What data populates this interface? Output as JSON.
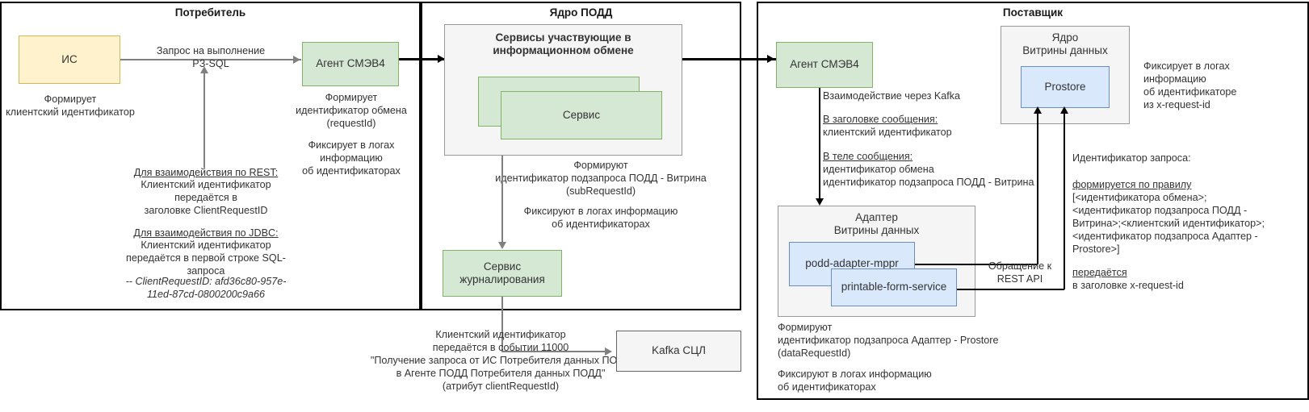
{
  "panels": [
    {
      "id": "consumer",
      "title": "Потребитель"
    },
    {
      "id": "core",
      "title": "Ядро ПОДД"
    },
    {
      "id": "supplier",
      "title": "Поставщик"
    }
  ],
  "consumer": {
    "is_node": "ИС",
    "is_caption": "Формирует\nклиентский идентификатор",
    "request_label": "Запрос на выполнение\nPЗ-SQL",
    "agent_node": "Агент СМЭВ4",
    "agent_caption": "Формирует\nидентификатор обмена\n(requestId)",
    "agent_caption2": "Фиксирует в логах\nинформацию\nоб идентификаторах",
    "rest_title": "Для взаимодействия по REST:",
    "rest_body": "Клиентский идентификатор\nпередаётся в\nзаголовке ClientRequestID",
    "jdbc_title": "Для взаимодействия по JDBC:",
    "jdbc_body": "Клиентский идентификатор\nпередаётся в первой строке SQL-\nзапроса",
    "jdbc_sample": "-- ClientRequestID: afd36c80-957e-\n11ed-87cd-0800200c9a66"
  },
  "core": {
    "services_group_title": "Сервисы участвующие в\nинформационном обмене",
    "service_node": "Сервис",
    "services_caption": "Формируют\nидентификатор подзапроса ПОДД - Витрина\n(subRequestId)",
    "services_caption2": "Фиксируют в логах информацию\nоб идентификаторах",
    "log_service_node": "Сервис\nжурналирования"
  },
  "bottom": {
    "kafka_note": "Клиентский идентификатор\nпередаётся в событии 11000\n\"Получение запроса от ИС Потребителя данных ПОДД\nв Агенте ПОДД Потребителя данных ПОДД\"\n(атрибут clientRequestId)",
    "kafka_node": "Kafka СЦЛ"
  },
  "supplier": {
    "agent_node": "Агент СМЭВ4",
    "kafka_label": "Взаимодействие через Kafka",
    "header_title": "В заголовке сообщения:",
    "header_body": "клиентский идентификатор",
    "body_title": "В теле сообщения:",
    "body_body": "идентификатор обмена\nидентификатор подзапроса ПОДД - Витрина",
    "core_group_title": "Ядро\nВитрины данных",
    "prostore_node": "Prostore",
    "prostore_caption": "Фиксирует в логах\nинформацию\nоб идентификаторе\nиз x-request-id",
    "adapter_group_title": "Адаптер\nВитрины данных",
    "adapter_node_1": "podd-adapter-mppr",
    "adapter_node_2": "printable-form-service",
    "rest_api_label": "Обращение к\nREST API",
    "adapter_caption": "Формируют\nидентификатор подзапроса Адаптер - Prostore\n(dataRequestId)",
    "adapter_caption2": "Фиксируют в логах информацию\nоб идентификаторах",
    "request_id_title": "Идентификатор запроса:",
    "rule_title": "формируется по правилу",
    "rule_body": "[<идентификатора обмена>;\n<идентификатор подзапроса ПОДД -\nВитрина>;<клиентский идентификатор>;\n<идентификатор подзапроса Адаптер -\nProstore>]",
    "transfer_title": "передаётся",
    "transfer_body": "в заголовке x-request-id"
  },
  "colors": {
    "green_fill": "#d5e8d4",
    "green_stroke": "#82b366",
    "yellow_fill": "#fff2cc",
    "yellow_stroke": "#d6b656",
    "blue_fill": "#dae8fc",
    "blue_stroke": "#6c8ebf",
    "grey_fill": "#f5f5f5",
    "grey_stroke": "#999999",
    "line": "#000000",
    "line_grey": "#808080"
  }
}
